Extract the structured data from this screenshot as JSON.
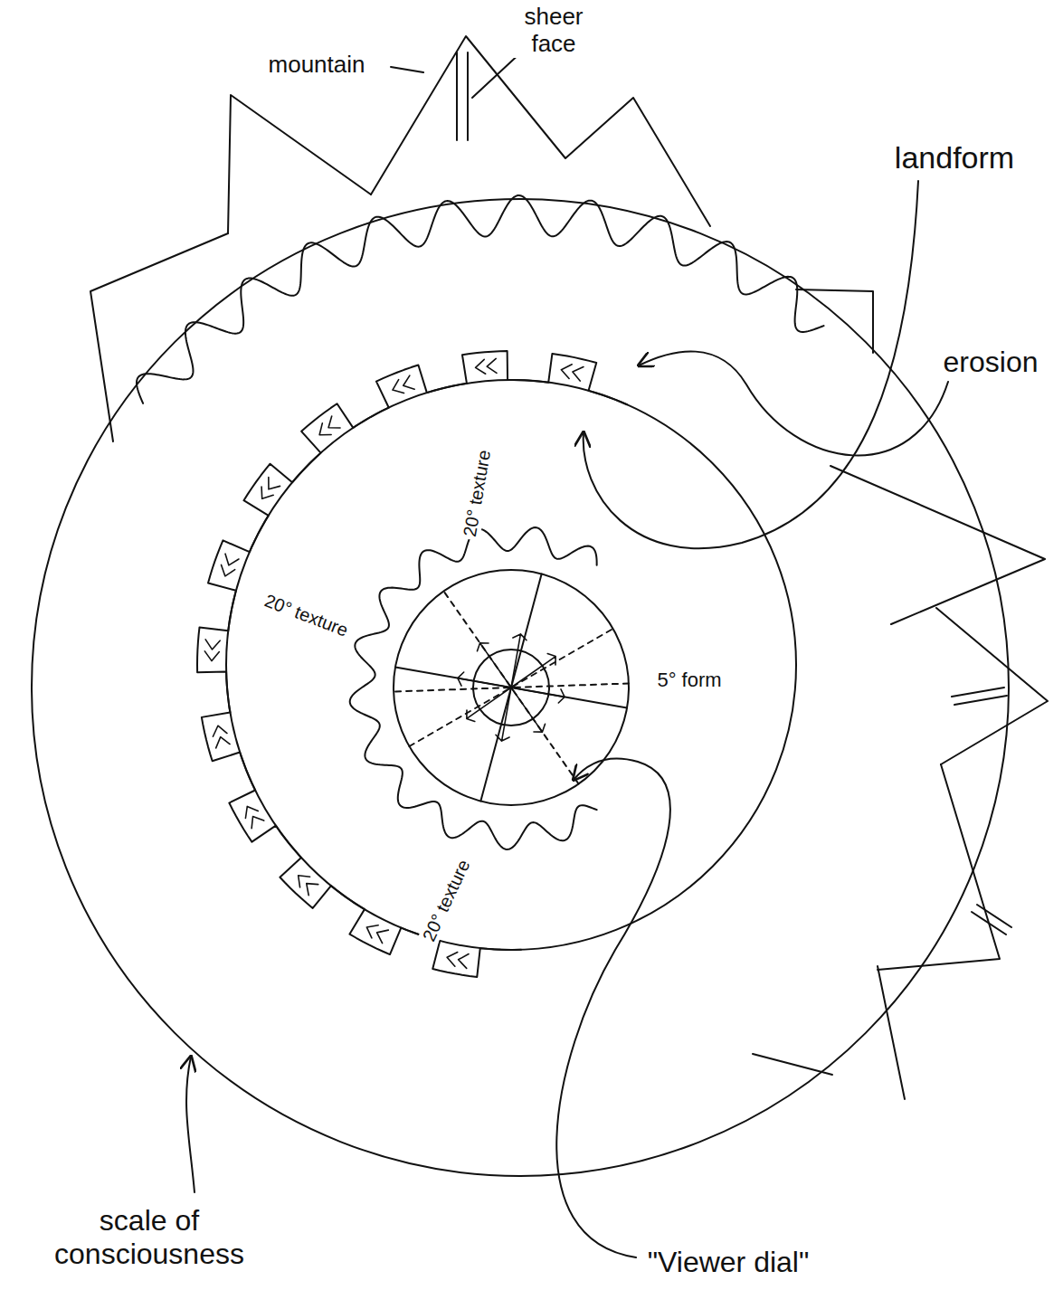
{
  "diagram": {
    "labels": [
      "mountain",
      "sheer face",
      "landform",
      "erosion",
      "20° texture",
      "20° texture",
      "20° texture",
      "5° form",
      "scale of consciousness",
      "\"Viewer dial\""
    ]
  }
}
